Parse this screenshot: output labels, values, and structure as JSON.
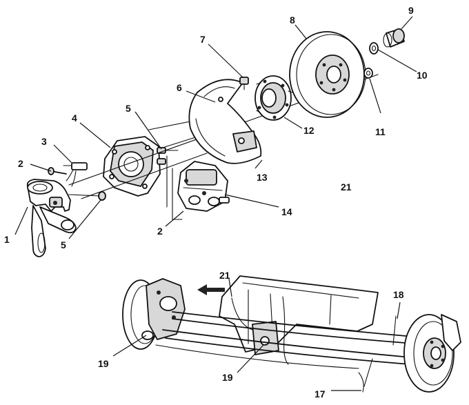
{
  "callouts": {
    "c1": "1",
    "c2a": "2",
    "c2b": "2",
    "c3": "3",
    "c4": "4",
    "c5a": "5",
    "c5b": "5",
    "c6": "6",
    "c7": "7",
    "c8": "8",
    "c9": "9",
    "c10": "10",
    "c11": "11",
    "c12": "12",
    "c13": "13",
    "c14": "14",
    "c17": "17",
    "c18": "18",
    "c19a": "19",
    "c19b": "19",
    "c21a": "21",
    "c21b": "21"
  }
}
